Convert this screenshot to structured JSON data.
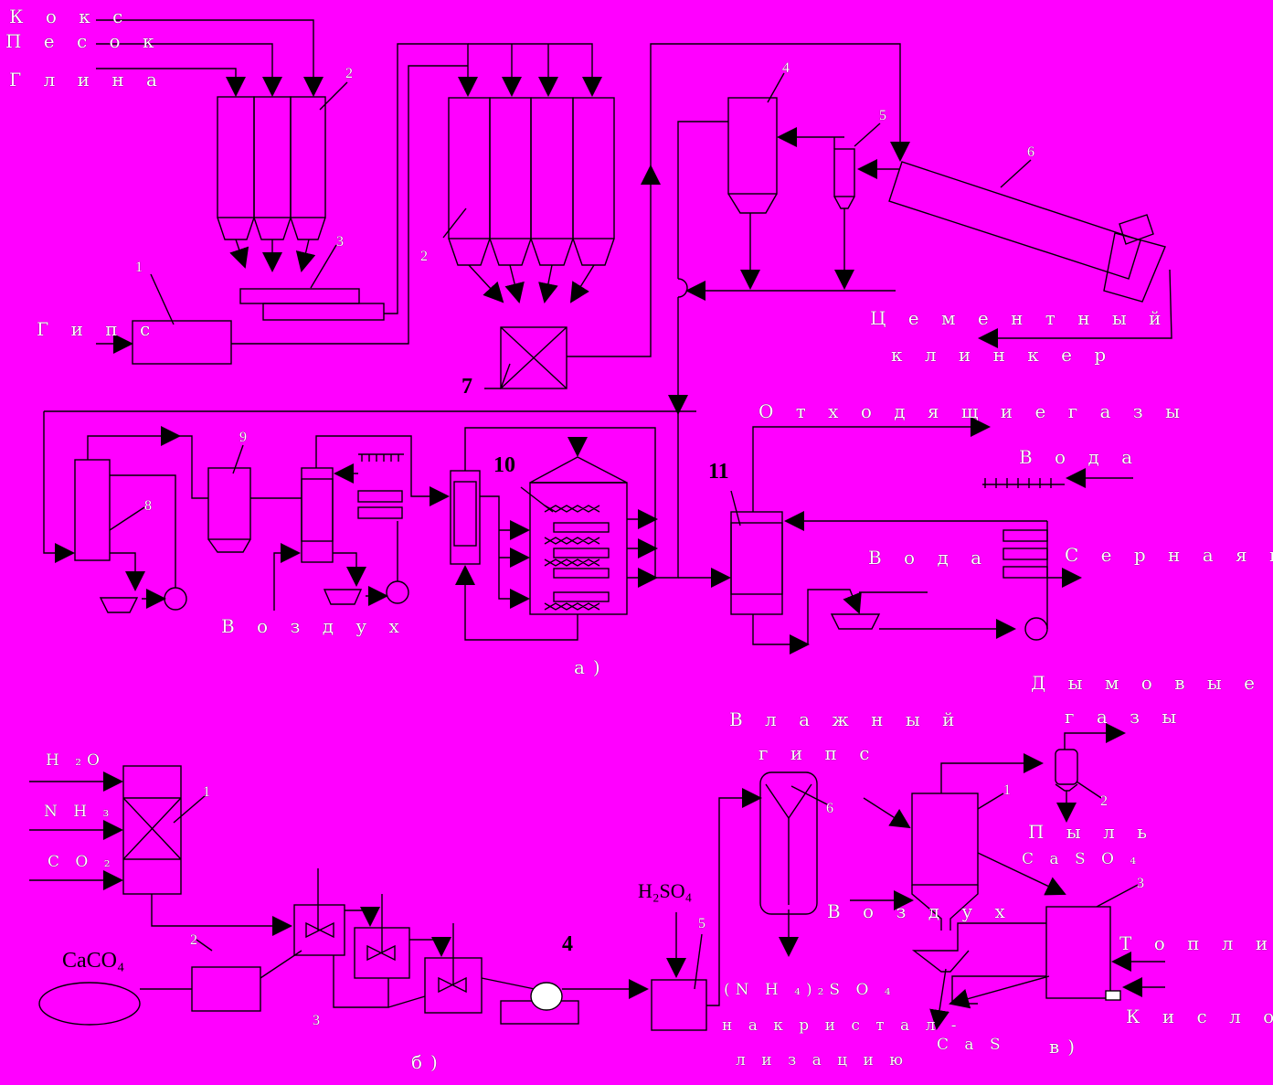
{
  "diagram_a": {
    "inputs": {
      "coke": "К о к с",
      "sand": "П е с о к",
      "clay": "Г л и н а",
      "gypsum": "Г и п с"
    },
    "product_clinker_1": "Ц е м е н т н ы й",
    "product_clinker_2": "к л и н к е р",
    "waste_gases": "О т х о д я щ и е   г а з ы",
    "water_1": "В о д а",
    "water_2": "В о д а",
    "air": "В о з д у х",
    "sulfuric_acid": "С е р н а я   к и с л о т а",
    "caption": "а)",
    "units": {
      "u1": "1",
      "u2": "2",
      "u3": "3",
      "u4": "4",
      "u5": "5",
      "u6": "6",
      "u7": "7",
      "u8": "8",
      "u9": "9",
      "u10": "10",
      "u11": "11",
      "u2b": "2"
    }
  },
  "diagram_b": {
    "h2o": "Н ₂O",
    "nh3": "N Н ₃",
    "co2": "С О ₂",
    "caco": "CaCO₄",
    "h2so4": "H₂SO₄",
    "wet_gypsum_1": "В л а ж н ы й",
    "wet_gypsum_2": "г и п с",
    "ammonium_1": "(N H ₄)₂S O ₄",
    "ammonium_2": "н а   к р и с т а л -",
    "ammonium_3": "л и з а ц и ю",
    "caption": "б)",
    "units": {
      "u1": "1",
      "u2": "2",
      "u3": "3",
      "u4": "4",
      "u5": "5",
      "u6": "6"
    }
  },
  "diagram_c": {
    "flue_1": "Д ы м о в ы е",
    "flue_2": "г а з ы",
    "dust_1": "П ы л ь",
    "dust_2": "C a S O ₄",
    "air": "В о з д у х",
    "fuel": "Т о п л и в о",
    "oxygen": "К и с л о р о д",
    "cas": "C a S",
    "caption": "в)",
    "units": {
      "u1": "1",
      "u2": "2",
      "u3": "3"
    }
  }
}
